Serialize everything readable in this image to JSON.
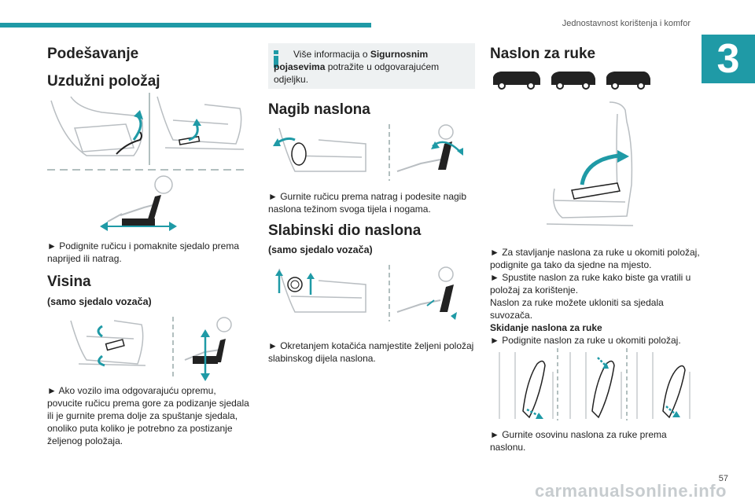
{
  "header": {
    "title": "Jednostavnost korištenja i komfor",
    "chapter": "3",
    "page_number": "57"
  },
  "col1": {
    "title": "Podešavanje",
    "section1": {
      "heading": "Uzdužni položaj",
      "text": "► Podignite ručicu i pomaknite sjedalo prema naprijed ili natrag."
    },
    "section2": {
      "heading": "Visina",
      "subheading": "(samo sjedalo vozača)",
      "text": "► Ako vozilo ima odgovarajuću opremu, povucite ručicu prema gore za podizanje sjedala ili je gurnite prema dolje za spuštanje sjedala, onoliko puta koliko je potrebno za postizanje željenog položaja."
    }
  },
  "col2": {
    "info": {
      "pre": "Više informacija o ",
      "bold": "Sigurnosnim pojasevima",
      "post": " potražite u odgovarajućem odjeljku."
    },
    "section1": {
      "heading": "Nagib naslona",
      "text": "► Gurnite ručicu prema natrag i podesite nagib naslona težinom svoga tijela i nogama."
    },
    "section2": {
      "heading": "Slabinski dio naslona",
      "subheading": "(samo sjedalo vozača)",
      "text": "► Okretanjem kotačića namjestite željeni položaj slabinskog dijela naslona."
    }
  },
  "col3": {
    "heading": "Naslon za ruke",
    "p1": "► Za stavljanje naslona za ruke u okomiti položaj, podignite ga tako da sjedne na mjesto.",
    "p2": "► Spustite naslon za ruke kako biste ga vratili u položaj za korištenje.",
    "p3": "Naslon za ruke možete ukloniti sa sjedala suvozača.",
    "p4_bold": "Skidanje naslona za ruke",
    "p5": "► Podignite naslon za ruke u okomiti položaj.",
    "p6": "► Gurnite osovinu naslona za ruke prema naslonu."
  },
  "watermark": "carmanualsonline.info",
  "colors": {
    "accent": "#1f9aa6",
    "seat_gray": "#b9bec2",
    "dark": "#222222"
  }
}
